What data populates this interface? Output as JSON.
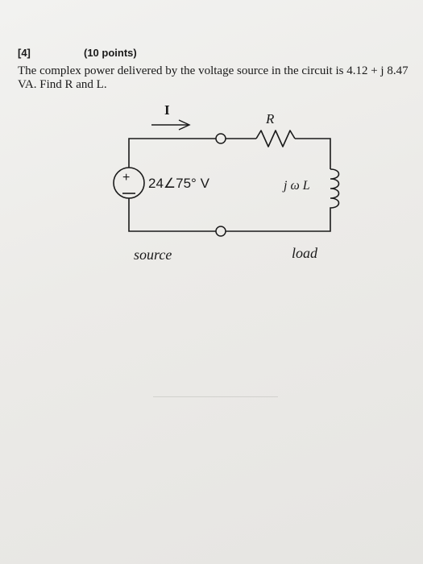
{
  "header": {
    "problem_number": "[4]",
    "points": "(10 points)"
  },
  "problem": {
    "line1": "The complex power delivered by the voltage source in the circuit is 4.12 + j 8.47",
    "line2": "VA.  Find R and L."
  },
  "circuit": {
    "current_label": "I",
    "resistor_label": "R",
    "source_polarity": "+",
    "source_value": "24∠75° V",
    "inductor_label": "j ω L",
    "source_caption": "source",
    "load_caption": "load"
  }
}
